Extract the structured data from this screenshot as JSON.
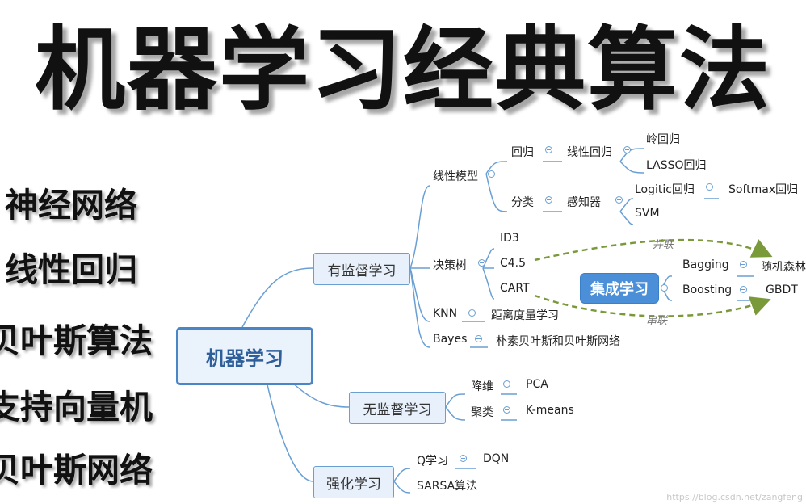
{
  "title": "机器学习经典算法",
  "left_list": [
    "神经网络",
    "线性回归",
    "贝叶斯算法",
    "支持向量机",
    "贝叶斯网络"
  ],
  "mindmap": {
    "root": "机器学习",
    "supervised": {
      "label": "有监督学习",
      "linear_model": "线性模型",
      "regression": "回归",
      "linear_regression": "线性回归",
      "ridge": "岭回归",
      "lasso": "LASSO回归",
      "classification": "分类",
      "perceptron": "感知器",
      "logistic": "Logitic回归",
      "softmax": "Softmax回归",
      "svm": "SVM",
      "decision_tree": "决策树",
      "id3": "ID3",
      "c45": "C4.5",
      "cart": "CART",
      "knn": "KNN",
      "knn_detail": "距离度量学习",
      "bayes": "Bayes",
      "bayes_detail": "朴素贝叶斯和贝叶斯网络"
    },
    "ensemble": {
      "label": "集成学习",
      "bagging": "Bagging",
      "random_forest": "随机森林",
      "boosting": "Boosting",
      "gbdt": "GBDT",
      "parallel": "并联",
      "serial": "串联"
    },
    "unsupervised": {
      "label": "无监督学习",
      "dim_reduction": "降维",
      "pca": "PCA",
      "clustering": "聚类",
      "kmeans": "K-means"
    },
    "reinforcement": {
      "label": "强化学习",
      "q_learning": "Q学习",
      "dqn": "DQN",
      "sarsa": "SARSA算法"
    }
  },
  "watermark": "https://blog.csdn.net/zangfeng",
  "colors": {
    "line": "#6a9fd4",
    "arrow": "#7a9a3a",
    "ensemble_bg": "#4a8fd8"
  }
}
